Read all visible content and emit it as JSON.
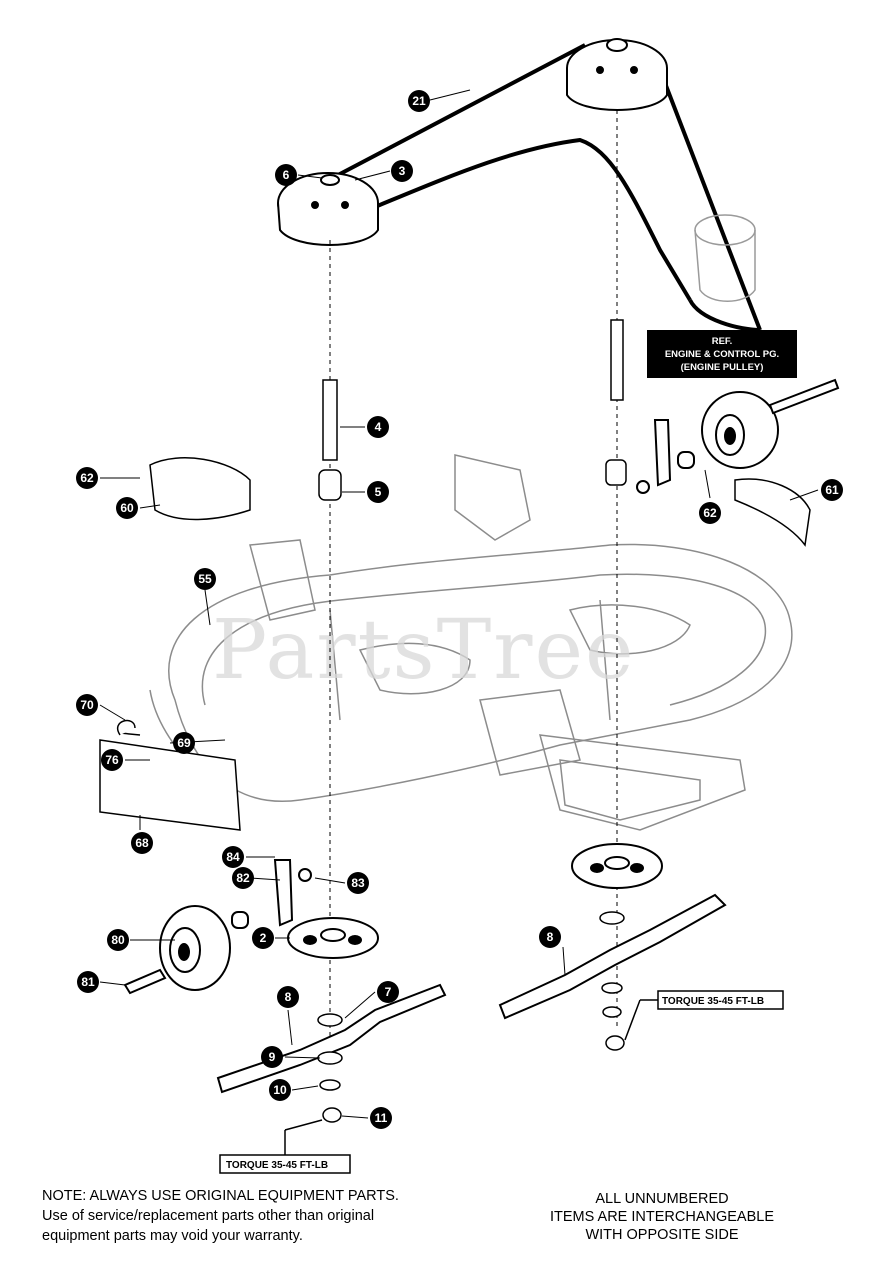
{
  "watermark": "PartsTree",
  "reference_box": {
    "lines": [
      "REF.",
      "ENGINE & CONTROL PG.",
      "(ENGINE PULLEY)"
    ]
  },
  "torque_labels": {
    "left": "TORQUE 35-45 FT-LB",
    "right": "TORQUE 35-45 FT-LB"
  },
  "callouts": [
    "21",
    "6",
    "3",
    "4",
    "5",
    "62",
    "60",
    "55",
    "70",
    "69",
    "76",
    "68",
    "84",
    "82",
    "83",
    "80",
    "2",
    "81",
    "8",
    "7",
    "9",
    "10",
    "11",
    "8",
    "61",
    "62"
  ],
  "notes": {
    "left": [
      "NOTE: ALWAYS USE ORIGINAL EQUIPMENT PARTS.",
      "Use of service/replacement parts other than original",
      "equipment parts may void your warranty."
    ],
    "right": [
      "ALL UNNUMBERED",
      "ITEMS ARE INTERCHANGEABLE",
      "WITH OPPOSITE SIDE"
    ]
  },
  "colors": {
    "callout_fill": "#000000",
    "line": "#000000",
    "watermark": "#d9d9d9"
  }
}
